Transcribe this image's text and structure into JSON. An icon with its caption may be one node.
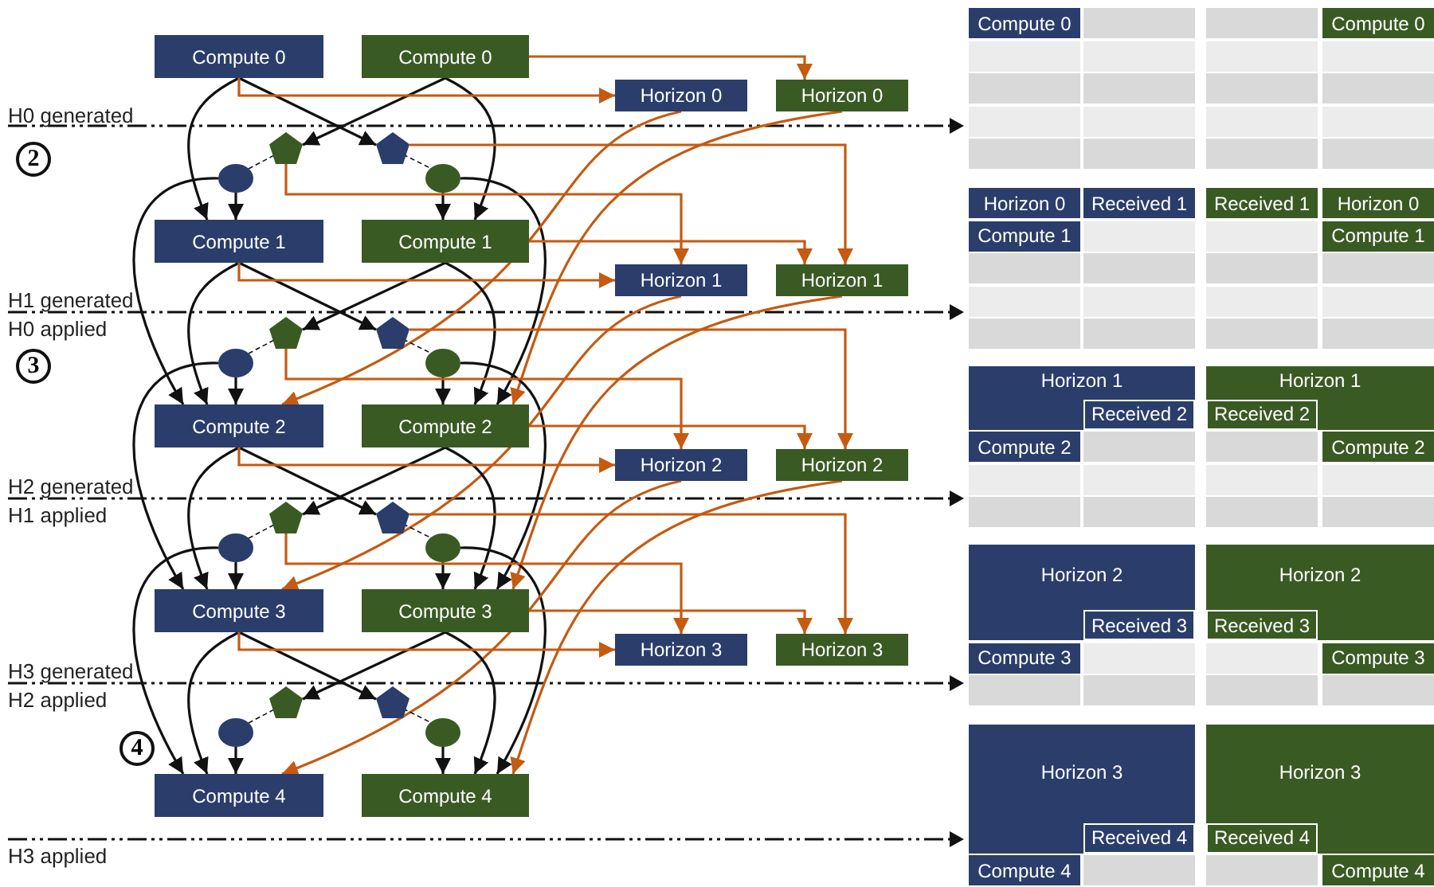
{
  "diagram": {
    "nodes": [
      {
        "text": [
          "Compute 0"
        ]
      },
      {
        "text": [
          "Compute 0"
        ]
      },
      {
        "text": [
          "Horizon 0"
        ]
      },
      {
        "text": [
          "Horizon 0"
        ]
      },
      {
        "text": [],
        "shape": "pentagon"
      },
      {
        "text": [],
        "shape": "pentagon"
      },
      {
        "text": [],
        "shape": "circle"
      },
      {
        "text": [],
        "shape": "circle"
      },
      {
        "text": [
          "Compute 1"
        ]
      },
      {
        "text": [
          "Compute 1"
        ]
      },
      {
        "text": [
          "Horizon 1"
        ]
      },
      {
        "text": [
          "Horizon 1"
        ]
      },
      {
        "text": [],
        "shape": "pentagon"
      },
      {
        "text": [],
        "shape": "pentagon"
      },
      {
        "text": [],
        "shape": "circle"
      },
      {
        "text": [],
        "shape": "circle"
      },
      {
        "text": [
          "Compute 2"
        ]
      },
      {
        "text": [
          "Compute 2"
        ]
      },
      {
        "text": [
          "Horizon 2"
        ]
      },
      {
        "text": [
          "Horizon 2"
        ]
      },
      {
        "text": [],
        "shape": "pentagon"
      },
      {
        "text": [],
        "shape": "pentagon"
      },
      {
        "text": [],
        "shape": "circle"
      },
      {
        "text": [],
        "shape": "circle"
      },
      {
        "text": [
          "Compute 3"
        ]
      },
      {
        "text": [
          "Compute 3"
        ]
      },
      {
        "text": [
          "Horizon 3"
        ]
      },
      {
        "text": [
          "Horizon 3"
        ]
      },
      {
        "text": [],
        "shape": "pentagon"
      },
      {
        "text": [],
        "shape": "pentagon"
      },
      {
        "text": [],
        "shape": "circle"
      },
      {
        "text": [],
        "shape": "circle"
      },
      {
        "text": [
          "Compute 4"
        ]
      },
      {
        "text": [
          "Compute 4"
        ]
      },
      {
        "text": [
          "Compute 0"
        ]
      },
      {
        "text": [
          "Compute 0"
        ]
      },
      {
        "text": [
          "Horizon 0"
        ]
      },
      {
        "text": [
          "Received 1"
        ]
      },
      {
        "text": [
          "Received 1"
        ]
      },
      {
        "text": [
          "Horizon 0"
        ]
      },
      {
        "text": [
          "Compute 1"
        ]
      },
      {
        "text": [
          "Compute 1"
        ]
      },
      {
        "text": [
          "Horizon 1"
        ]
      },
      {
        "text": [
          "Received 2"
        ],
        "in": 42
      },
      {
        "text": [
          "Horizon 1"
        ]
      },
      {
        "text": [
          "Received 2"
        ],
        "in": 44
      },
      {
        "text": [
          "Compute 2"
        ]
      },
      {
        "text": [
          "Compute 2"
        ]
      },
      {
        "text": [
          "Horizon 2"
        ]
      },
      {
        "text": [
          "Received 3"
        ],
        "in": 48
      },
      {
        "text": [
          "Horizon 2"
        ]
      },
      {
        "text": [
          "Received 3"
        ],
        "in": 50
      },
      {
        "text": [
          "Compute 3"
        ]
      },
      {
        "text": [
          "Compute 3"
        ]
      },
      {
        "text": [
          "Horizon 3"
        ]
      },
      {
        "text": [
          "Received 4"
        ],
        "in": 54
      },
      {
        "text": [
          "Horizon 3"
        ]
      },
      {
        "text": [
          "Received 4"
        ],
        "in": 56
      },
      {
        "text": [
          "Compute 4"
        ]
      },
      {
        "text": [
          "Compute 4"
        ]
      }
    ],
    "edges": [
      {
        "from": 0,
        "to": 5,
        "arrow": "to"
      },
      {
        "from": 1,
        "to": 4,
        "arrow": "to"
      },
      {
        "from": 0,
        "to": 8,
        "arrow": "to"
      },
      {
        "from": 1,
        "to": 9,
        "arrow": "to"
      },
      {
        "from": 6,
        "to": 8,
        "arrow": "to"
      },
      {
        "from": 7,
        "to": 9,
        "arrow": "to"
      },
      {
        "from": 6,
        "to": 16,
        "arrow": "to"
      },
      {
        "from": 7,
        "to": 17,
        "arrow": "to"
      },
      {
        "from": 6,
        "to": 4,
        "arrow": "none",
        "style": "dashed"
      },
      {
        "from": 5,
        "to": 7,
        "arrow": "none",
        "style": "dashed"
      },
      {
        "from": 0,
        "to": 2,
        "arrow": "to",
        "color": "#c55a11"
      },
      {
        "from": 1,
        "to": 3,
        "arrow": "to",
        "color": "#c55a11"
      },
      {
        "from": 4,
        "to": 10,
        "arrow": "to",
        "color": "#c55a11"
      },
      {
        "from": 5,
        "to": 11,
        "arrow": "to",
        "color": "#c55a11"
      },
      {
        "from": 2,
        "to": 16,
        "arrow": "to",
        "color": "#c55a11"
      },
      {
        "from": 3,
        "to": 17,
        "arrow": "to",
        "color": "#c55a11"
      },
      {
        "from": 8,
        "to": 13,
        "arrow": "to"
      },
      {
        "from": 9,
        "to": 12,
        "arrow": "to"
      },
      {
        "from": 8,
        "to": 16,
        "arrow": "to"
      },
      {
        "from": 9,
        "to": 17,
        "arrow": "to"
      },
      {
        "from": 14,
        "to": 16,
        "arrow": "to"
      },
      {
        "from": 15,
        "to": 17,
        "arrow": "to"
      },
      {
        "from": 14,
        "to": 24,
        "arrow": "to"
      },
      {
        "from": 15,
        "to": 25,
        "arrow": "to"
      },
      {
        "from": 14,
        "to": 12,
        "arrow": "none",
        "style": "dashed"
      },
      {
        "from": 13,
        "to": 15,
        "arrow": "none",
        "style": "dashed"
      },
      {
        "from": 8,
        "to": 10,
        "arrow": "to",
        "color": "#c55a11"
      },
      {
        "from": 9,
        "to": 11,
        "arrow": "to",
        "color": "#c55a11"
      },
      {
        "from": 12,
        "to": 18,
        "arrow": "to",
        "color": "#c55a11"
      },
      {
        "from": 13,
        "to": 19,
        "arrow": "to",
        "color": "#c55a11"
      },
      {
        "from": 10,
        "to": 24,
        "arrow": "to",
        "color": "#c55a11"
      },
      {
        "from": 11,
        "to": 25,
        "arrow": "to",
        "color": "#c55a11"
      },
      {
        "from": 16,
        "to": 21,
        "arrow": "to"
      },
      {
        "from": 17,
        "to": 20,
        "arrow": "to"
      },
      {
        "from": 16,
        "to": 24,
        "arrow": "to"
      },
      {
        "from": 17,
        "to": 25,
        "arrow": "to"
      },
      {
        "from": 22,
        "to": 24,
        "arrow": "to"
      },
      {
        "from": 23,
        "to": 25,
        "arrow": "to"
      },
      {
        "from": 22,
        "to": 32,
        "arrow": "to"
      },
      {
        "from": 23,
        "to": 33,
        "arrow": "to"
      },
      {
        "from": 22,
        "to": 20,
        "arrow": "none",
        "style": "dashed"
      },
      {
        "from": 21,
        "to": 23,
        "arrow": "none",
        "style": "dashed"
      },
      {
        "from": 16,
        "to": 18,
        "arrow": "to",
        "color": "#c55a11"
      },
      {
        "from": 17,
        "to": 19,
        "arrow": "to",
        "color": "#c55a11"
      },
      {
        "from": 20,
        "to": 26,
        "arrow": "to",
        "color": "#c55a11"
      },
      {
        "from": 21,
        "to": 27,
        "arrow": "to",
        "color": "#c55a11"
      },
      {
        "from": 18,
        "to": 32,
        "arrow": "to",
        "color": "#c55a11"
      },
      {
        "from": 19,
        "to": 33,
        "arrow": "to",
        "color": "#c55a11"
      },
      {
        "from": 24,
        "to": 29,
        "arrow": "to"
      },
      {
        "from": 25,
        "to": 28,
        "arrow": "to"
      },
      {
        "from": 24,
        "to": 32,
        "arrow": "to"
      },
      {
        "from": 25,
        "to": 33,
        "arrow": "to"
      },
      {
        "from": 30,
        "to": 32,
        "arrow": "to"
      },
      {
        "from": 31,
        "to": 33,
        "arrow": "to"
      },
      {
        "from": 30,
        "to": 28,
        "arrow": "none",
        "style": "dashed"
      },
      {
        "from": 29,
        "to": 31,
        "arrow": "none",
        "style": "dashed"
      },
      {
        "from": 24,
        "to": 26,
        "arrow": "to",
        "color": "#c55a11"
      },
      {
        "from": 25,
        "to": 27,
        "arrow": "to",
        "color": "#c55a11"
      }
    ],
    "labels": [
      "H0 generated",
      "2",
      "H1 generated",
      "H0 applied",
      "3",
      "H2 generated",
      "H1 applied",
      "H3 generated",
      "H2 applied",
      "4",
      "H3 applied"
    ]
  }
}
